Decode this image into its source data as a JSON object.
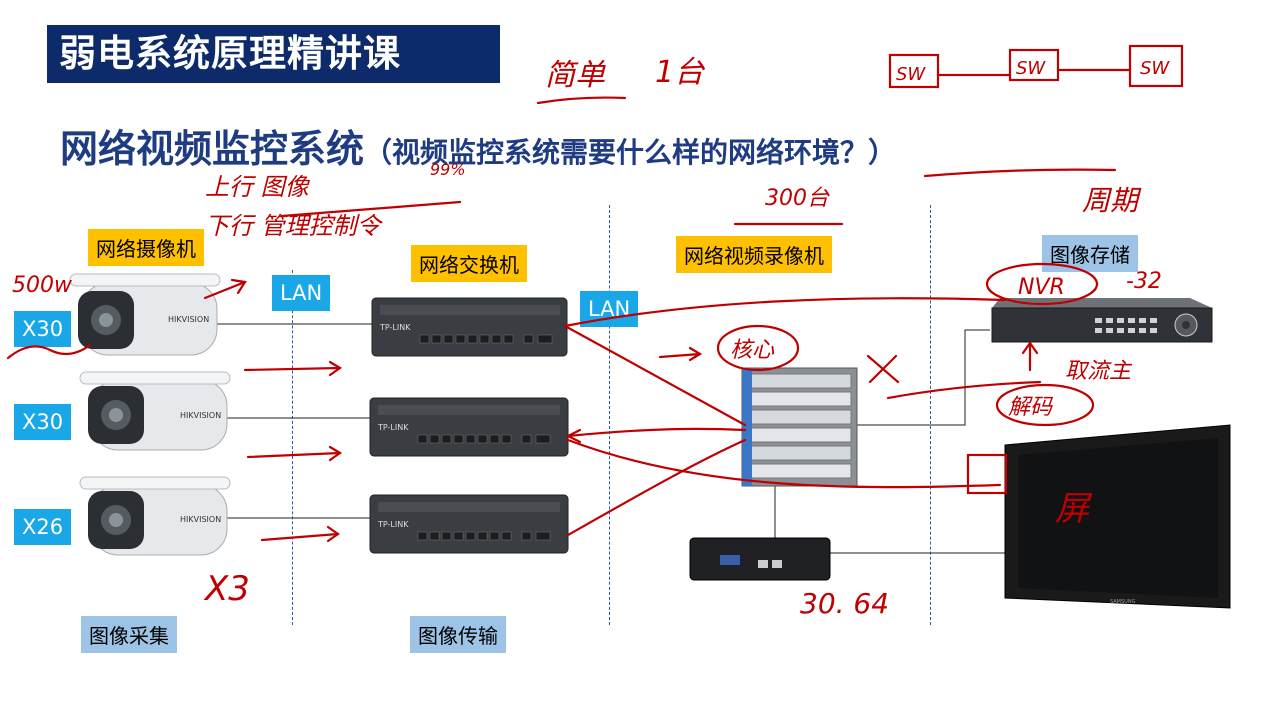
{
  "slide": {
    "course_title": "弱电系统原理精讲课",
    "heading": "网络视频监控系统",
    "heading_question": "（视频监控系统需要什么样的网络环境？）"
  },
  "labels": {
    "camera": "网络摄像机",
    "switch": "网络交换机",
    "nvr": "网络视频录像机",
    "storage": "图像存储",
    "lan_left": "LAN",
    "lan_right": "LAN",
    "capture": "图像采集",
    "transmission": "图像传输",
    "x30_a": "X30",
    "x30_b": "X30",
    "x26": "X26"
  },
  "device_brands": {
    "camera": "HIKVISION",
    "switch": "TP-LINK",
    "monitor": "SAMSUNG"
  },
  "annotations": {
    "simple": "简单",
    "one_unit": "1台",
    "sw_chain": [
      "SW",
      "SW",
      "SW"
    ],
    "upstream": "上行 图像",
    "downstream": "下行 管理控制令",
    "pct": "99%",
    "count_300": "300台",
    "period": "周期",
    "res_500w": "500w",
    "core": "核心",
    "nvr_hand": "NVR",
    "minus32": "-32",
    "stream": "取流主",
    "decode": "解码",
    "x3": "X3",
    "num": "30. 64",
    "screen": "屏"
  },
  "colors": {
    "banner": "#0d2a6b",
    "heading": "#1f3b82",
    "label_yellow": "#ffc000",
    "label_blue": "#9dc3e6",
    "label_cyan": "#19a7e8",
    "ink": "#c00000"
  }
}
